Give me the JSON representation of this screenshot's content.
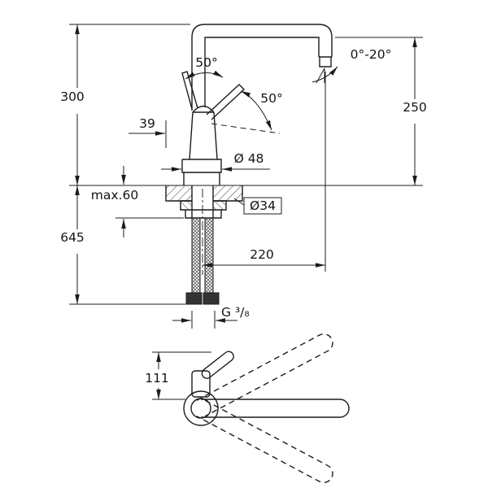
{
  "style": {
    "line_color": "#1c1c1c",
    "background": "#ffffff"
  },
  "side_view": {
    "dim_height_upper": "300",
    "dim_height_total": "645",
    "dim_spout_height": "250",
    "dim_spout_reach": "220",
    "dim_handle_swing_left": "50°",
    "dim_handle_swing_right": "50°",
    "dim_handle_offset": "39",
    "dim_base_diameter": "Ø 48",
    "dim_max_deck_thickness": "max.60",
    "dim_hole_diameter": "Ø34",
    "dim_stream_angle": "0°-20°",
    "dim_connection_thread": "G ³/₈"
  },
  "plan_view": {
    "dim_body_depth": "111"
  }
}
